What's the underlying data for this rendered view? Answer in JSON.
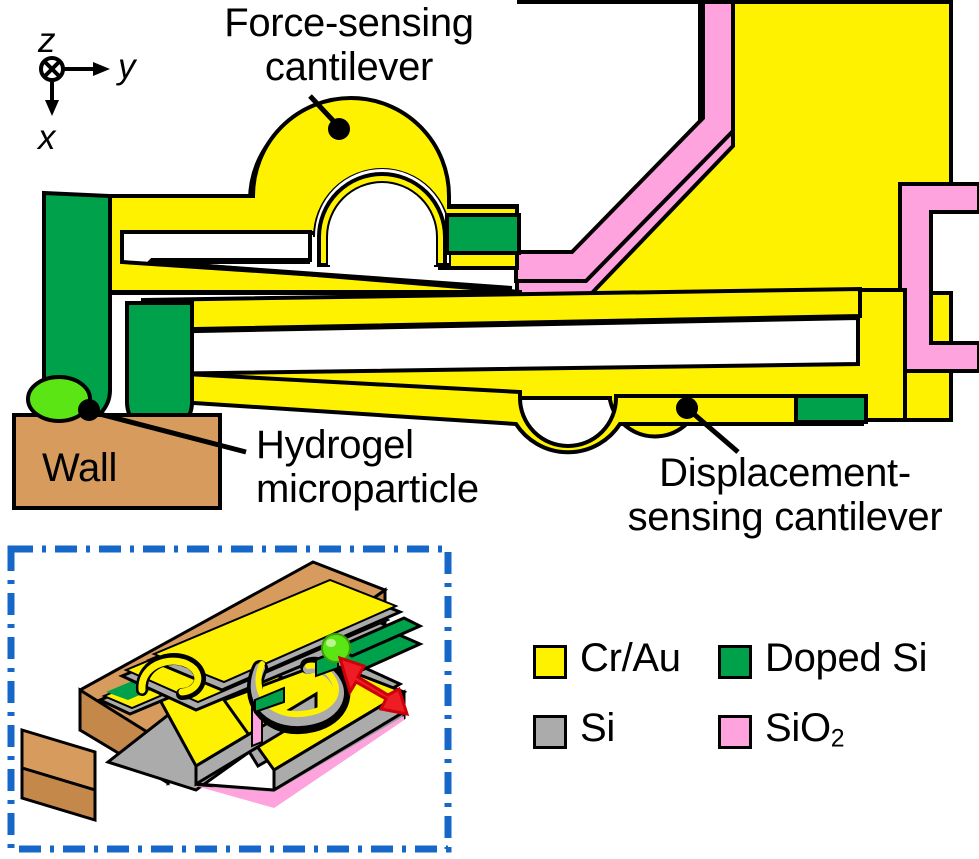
{
  "figure": {
    "type": "schematic-diagram",
    "subject": "MEMS force/displacement sensing cantilever with hydrogel microparticle"
  },
  "axes": {
    "z_label": "z",
    "y_label": "y",
    "x_label": "x",
    "z_icon": "circle-cross-into-page-icon",
    "y_icon": "arrow-right-icon",
    "x_icon": "arrow-down-icon"
  },
  "annotations": {
    "force_sensing_line1": "Force-sensing",
    "force_sensing_line2": "cantilever",
    "hydrogel_line1": "Hydrogel",
    "hydrogel_line2": "microparticle",
    "displacement_line1": "Displacement-",
    "displacement_line2": "sensing cantilever",
    "wall": "Wall"
  },
  "legend": {
    "items": [
      {
        "label": "Cr/Au",
        "color": "#FFF200",
        "swatch": "yellow-swatch"
      },
      {
        "label": "Doped Si",
        "color": "#00A14B",
        "swatch": "green-swatch"
      },
      {
        "label": "Si",
        "color": "#ABABAB",
        "swatch": "gray-swatch"
      },
      {
        "label": "SiO",
        "sub": "2",
        "color": "#FFA3DE",
        "swatch": "pink-swatch"
      }
    ]
  },
  "colors": {
    "cr_au_yellow": "#FFF200",
    "doped_si_green": "#00A14B",
    "si_gray": "#ABABAB",
    "sio2_pink": "#FFA3DE",
    "wall_brown": "#D79B5E",
    "hydrogel_green": "#5BE515",
    "outline_black": "#000000",
    "inset_border_blue": "#1667C8",
    "arrow_red": "#EE1C24",
    "white": "#FFFFFF"
  },
  "inset": {
    "name": "three-dimensional-perspective-view",
    "border_style": "dash-dot",
    "border_color": "#1667C8",
    "motion_arrow": "double-headed-red-arrow",
    "motion_arrow_color": "#EE1C24"
  }
}
